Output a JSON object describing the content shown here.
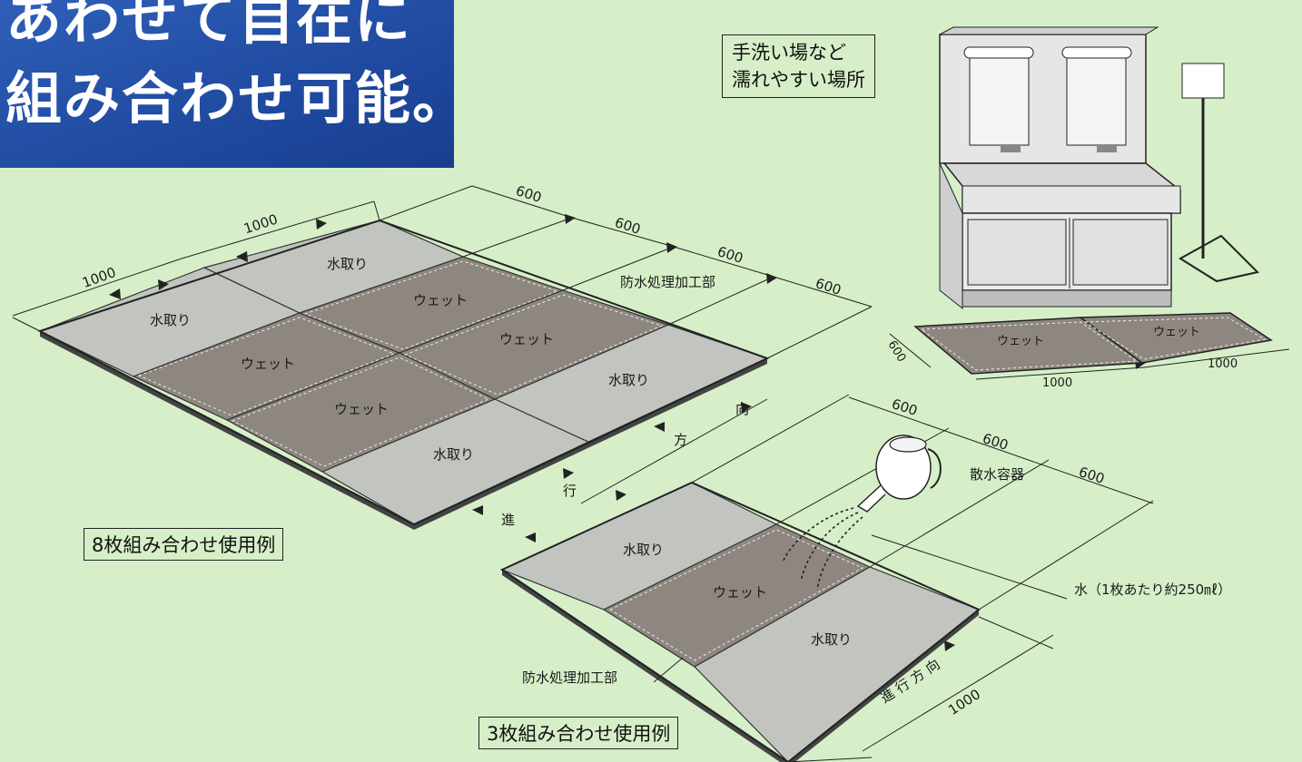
{
  "header": {
    "line1": "あわせて自在に",
    "line2": "組み合わせ可能。"
  },
  "sink_label": {
    "line1": "手洗い場など",
    "line2": "濡れやすい場所"
  },
  "panels": {
    "mizutori": "水取り",
    "wet": "ウェット"
  },
  "dimensions": {
    "d1000": "1000",
    "d600": "600"
  },
  "labels": {
    "waterproof_top": "防水処理加工部",
    "waterproof_bottom": "防水処理加工部",
    "sprinkler": "散水容器",
    "water": "水（1枚あたり約250㎖）",
    "direction_chars": [
      "進",
      "行",
      "方",
      "向"
    ],
    "direction_small": "進 行 方 向"
  },
  "captions": {
    "eight": "8枚組み合わせ使用例",
    "three": "3枚組み合わせ使用例"
  },
  "colors": {
    "background": "#d6efc8",
    "header_blue": "#1f4aa0",
    "mat_light": "#c2c4c0",
    "mat_dark": "#8e8780"
  }
}
